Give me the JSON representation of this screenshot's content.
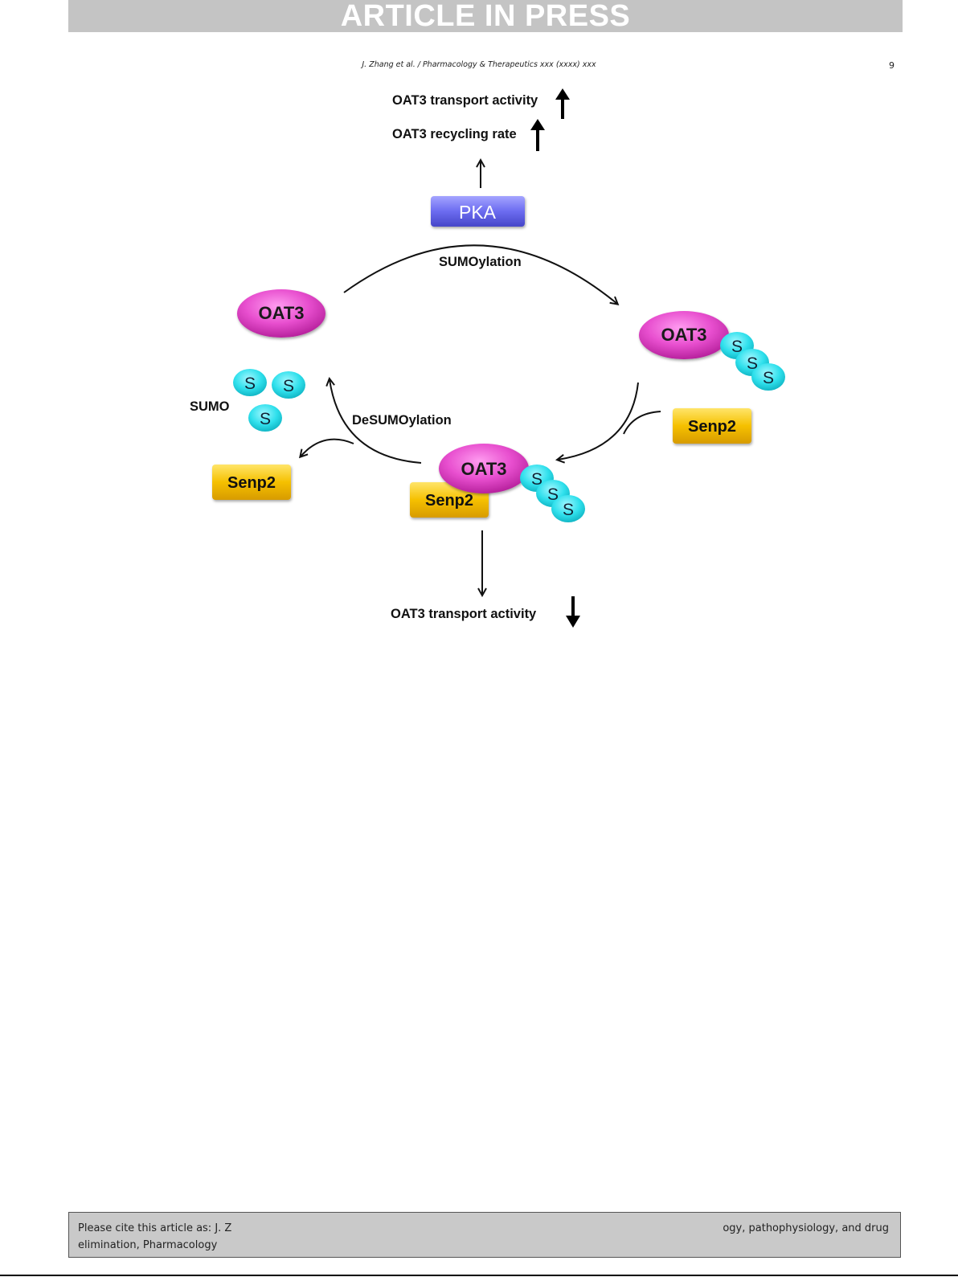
{
  "banner": {
    "text": "ARTICLE IN PRESS"
  },
  "header": {
    "running_head": "J. Zhang et al. / Pharmacology & Therapeutics xxx (xxxx) xxx",
    "page_number": "9"
  },
  "figure": {
    "top_labels": {
      "transport_activity": "OAT3 transport activity",
      "recycling_rate": "OAT3 recycling rate"
    },
    "pka": "PKA",
    "sumoylation": "SUMOylation",
    "desumoylation": "DeSUMOylation",
    "oat3": "OAT3",
    "sumo_label": "SUMO",
    "sumo_letter": "S",
    "senp2": "Senp2",
    "bottom_label": "OAT3 transport activity",
    "colors": {
      "oat3": "#e84fcf",
      "sumo": "#2fe0ec",
      "senp2": "#f5c000",
      "pka": "#6c6cf0"
    }
  },
  "footer": {
    "line1_left": "Please cite this article as: J. Z",
    "line1_right": "ogy, pathophysiology, and drug",
    "line2": "elimination, Pharmacology"
  }
}
